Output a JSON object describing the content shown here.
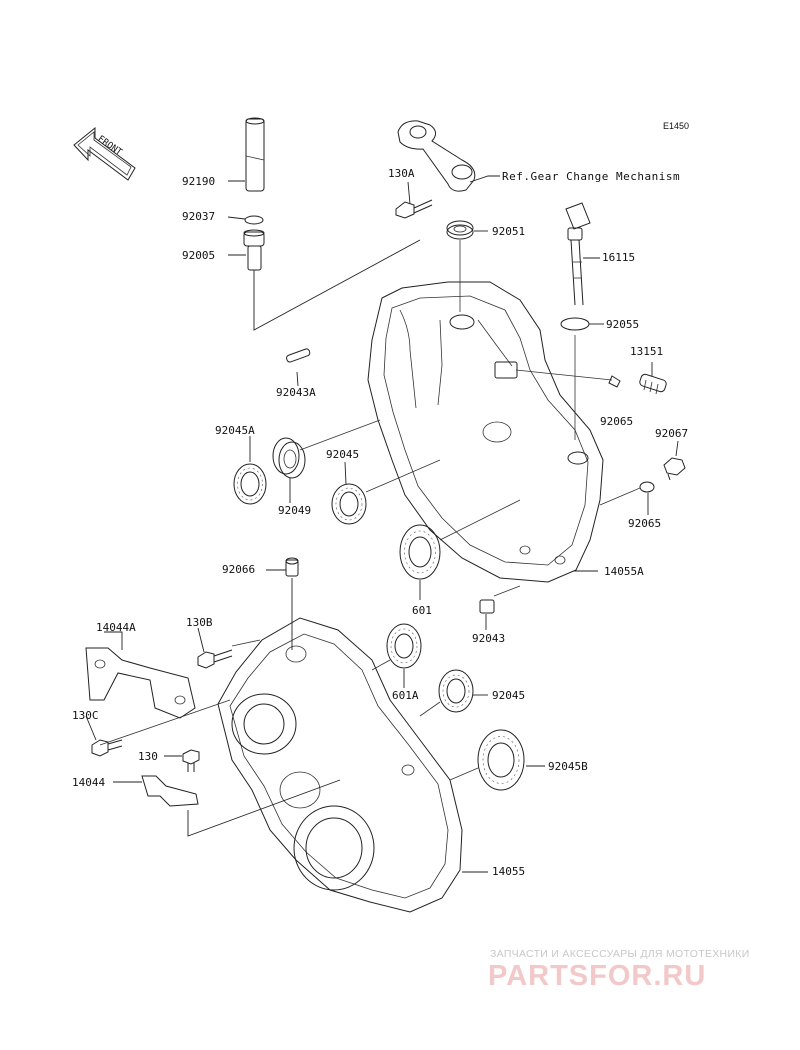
{
  "sheet_id": "E1450",
  "front_label": "FRONT",
  "reference_note": "Ref.Gear Change Mechanism",
  "labels": {
    "p92190": "92190",
    "p92037": "92037",
    "p92005": "92005",
    "p130A": "130A",
    "p92051": "92051",
    "p16115": "16115",
    "p92055": "92055",
    "p13151": "13151",
    "p92043A": "92043A",
    "p92045A": "92045A",
    "p92049": "92049",
    "p92045_top": "92045",
    "p92065_top": "92065",
    "p92067": "92067",
    "p92065_bot": "92065",
    "p14055A": "14055A",
    "p601": "601",
    "p92043": "92043",
    "p92066": "92066",
    "p14044A": "14044A",
    "p130B": "130B",
    "p601A": "601A",
    "p92045_bot": "92045",
    "p130C": "130C",
    "p130": "130",
    "p92045B": "92045B",
    "p14044": "14044",
    "p14055": "14055"
  },
  "watermark": {
    "tagline": "ЗАПЧАСТИ И АКСЕССУАРЫ ДЛЯ МОТОТЕХНИКИ",
    "brand": "PARTSFOR.RU"
  }
}
